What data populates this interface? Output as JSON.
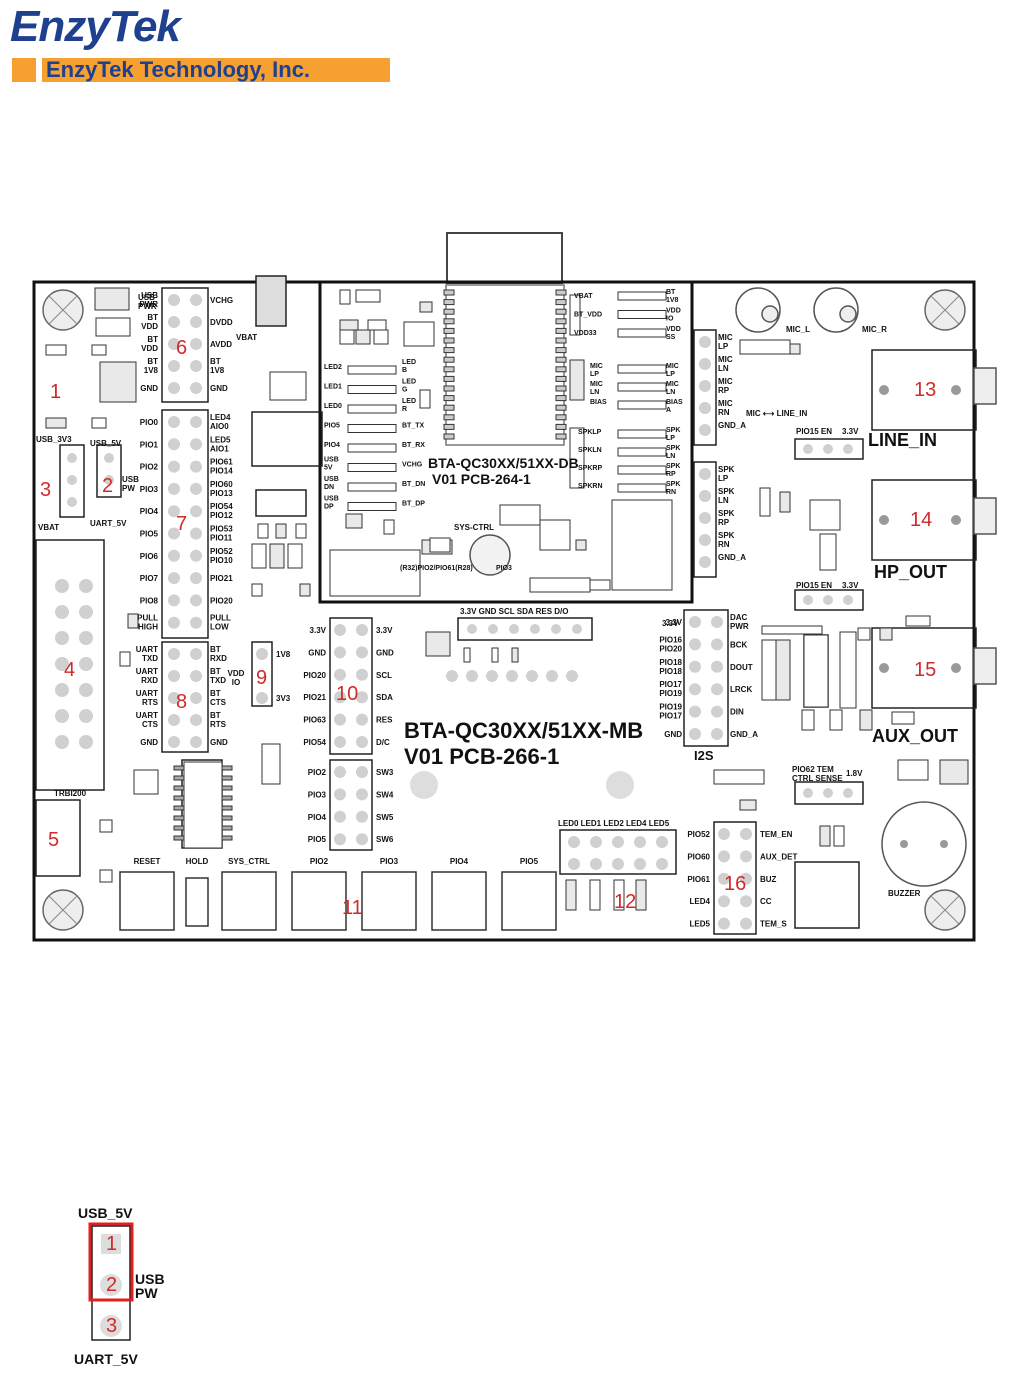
{
  "logo": {
    "name": "EnzyTek",
    "company": "EnzyTek Technology, Inc."
  },
  "board": {
    "db_title": "BTA-QC30XX/51XX-DB",
    "db_version": "V01    PCB-264-1",
    "mb_title": "BTA-QC30XX/51XX-MB",
    "mb_version": "V01    PCB-266-1",
    "line_in": "LINE_IN",
    "hp_out": "HP_OUT",
    "aux_out": "AUX_OUT",
    "i2s": "I2S",
    "buzzer": "BUZZER",
    "trbi": "TRBI200",
    "sys_ctrl_db": "SYS-CTRL",
    "pio3_db": "(R32)PIO2/PIO61(R28)",
    "pio3_label": "PIO3",
    "mic_l": "MIC_L",
    "mic_r": "MIC_R",
    "mic_switch": "MIC ⟷ LINE_IN",
    "pio15_en": "PIO15 EN",
    "v33": "3.3V",
    "pio62_tem": "PIO62 TEM\nCTRL SENSE",
    "v18": "1.8V",
    "i2c_header": "3.3V GND  SCL  SDA  RES  D/O",
    "led_header": "LED0 LED1 LED2 LED4 LED5",
    "usb_3v3": "USB_3V3",
    "usb_5v": "USB_5V",
    "usb_pw": "USB\nPW",
    "usb_pwr": "USB\nPWR",
    "vbat": "VBAT",
    "uart_5v": "UART_5V",
    "buttons": [
      "RESET",
      "HOLD",
      "SYS_CTRL",
      "PIO2",
      "PIO3",
      "PIO4",
      "PIO5"
    ],
    "left_pins_6": [
      "USB PWR",
      "BT VDD",
      "BT VDD",
      "BT 1V8",
      "GND"
    ],
    "right_pins_6": [
      "VCHG",
      "DVDD",
      "AVDD",
      "BT 1V8",
      "GND"
    ],
    "left_pins_7": [
      "PIO0",
      "PIO1",
      "PIO2",
      "PIO3",
      "PIO4",
      "PIO5",
      "PIO6",
      "PIO7",
      "PIO8",
      "PULL HIGH"
    ],
    "right_pins_7": [
      "LED4 AIO0",
      "LED5 AIO1",
      "PIO61 PIO14",
      "PIO60 PIO13",
      "PIO54 PIO12",
      "PIO53 PIO11",
      "PIO52 PIO10",
      "PIO21",
      "PIO20",
      "PULL LOW"
    ],
    "left_pins_8": [
      "UART TXD",
      "UART RXD",
      "UART RTS",
      "UART CTS",
      "GND"
    ],
    "right_pins_8": [
      "BT RXD",
      "BT TXD",
      "BT CTS",
      "BT RTS",
      "GND"
    ],
    "jp9": [
      "1V8",
      "3V3"
    ],
    "jp9_extra": "VDD\nIO",
    "left_pins_10": [
      "3.3V",
      "GND",
      "PIO20",
      "PIO21",
      "PIO63",
      "PIO54"
    ],
    "right_pins_10": [
      "3.3V",
      "GND",
      "SCL",
      "SDA",
      "RES",
      "D/C"
    ],
    "left_pins_sw": [
      "PIO2",
      "PIO3",
      "PIO4",
      "PIO5"
    ],
    "right_pins_sw": [
      "SW3",
      "SW4",
      "SW5",
      "SW6"
    ],
    "left_pins_i2s": [
      "3.3V",
      "PIO16 PIO20",
      "PIO18 PIO18",
      "PIO17 PIO19",
      "PIO19 PIO17",
      "GND"
    ],
    "right_pins_i2s": [
      "DAC PWR",
      "BCK",
      "DOUT",
      "LRCK",
      "DIN",
      "GND_A"
    ],
    "left_pins_16": [
      "PIO52",
      "PIO60",
      "PIO61",
      "LED4",
      "LED5"
    ],
    "right_pins_16": [
      "TEM_EN",
      "AUX_DET",
      "BUZ",
      "CC",
      "TEM_S"
    ],
    "mic_pins": [
      "MIC LP",
      "MIC LN",
      "MIC RP",
      "MIC RN",
      "GND_A"
    ],
    "spk_pins": [
      "SPK LP",
      "SPK LN",
      "SPK RP",
      "SPK RN",
      "GND_A"
    ],
    "db_left": [
      "LED2",
      "LED1",
      "LED0",
      "PIO5",
      "PIO4",
      "USB 5V",
      "USB DN",
      "USB DP"
    ],
    "db_mid": [
      "LED B",
      "LED G",
      "LED R",
      "BT_TX",
      "BT_RX",
      "VCHG",
      "BT_DN",
      "BT_DP"
    ],
    "db_right_top": [
      "VBAT",
      "BT_VDD",
      "VDD33"
    ],
    "db_right_top_r": [
      "BT 1V8",
      "VDD IO",
      "VDD SS"
    ],
    "db_mic_l": [
      "MIC LP",
      "MIC LN",
      "BIAS"
    ],
    "db_mic_r": [
      "MIC LP",
      "MIC LN",
      "BIAS A"
    ],
    "db_spk_l": [
      "SPKLP",
      "SPKLN",
      "SPKRP",
      "SPKRN"
    ],
    "db_spk_r": [
      "SPK LP",
      "SPK LN",
      "SPK RP",
      "SPK RN"
    ],
    "callouts": [
      "1",
      "2",
      "3",
      "4",
      "5",
      "6",
      "7",
      "8",
      "9",
      "10",
      "11",
      "12",
      "13",
      "14",
      "15",
      "16"
    ]
  },
  "detail": {
    "top": "USB_5V",
    "side": "USB\nPW",
    "bottom": "UART_5V",
    "pins": [
      "1",
      "2",
      "3"
    ]
  }
}
